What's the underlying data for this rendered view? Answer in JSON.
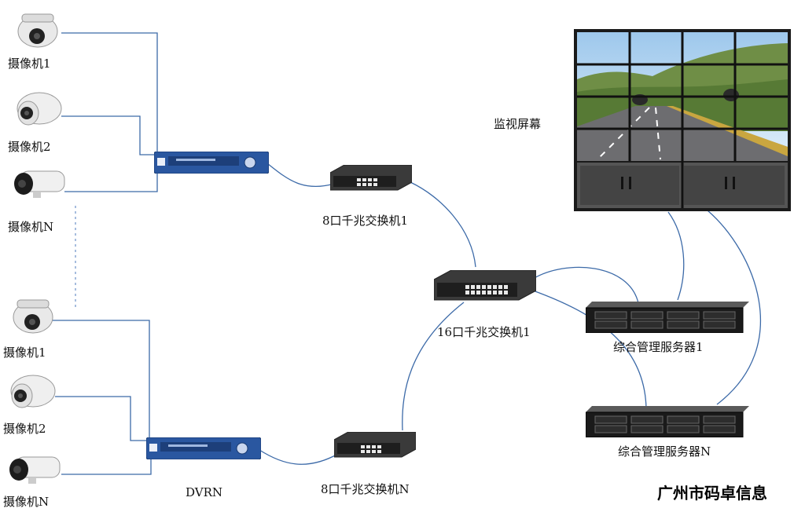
{
  "labels": {
    "cam1_top": "摄像机1",
    "cam2_top": "摄像机2",
    "camN_top": "摄像机N",
    "cam1_bot": "摄像机1",
    "cam2_bot": "摄像机2",
    "camN_bot": "摄像机N",
    "dvr_bottom": "DVRN",
    "switch8_1": "8口千兆交换机1",
    "switch8_n": "8口千兆交换机N",
    "switch16": "16口千兆交换机1",
    "monitor": "监视屏幕",
    "server1": "综合管理服务器1",
    "serverN": "综合管理服务器N",
    "watermark": "广州市码卓信息"
  },
  "colors": {
    "wire": "#3c6aa8",
    "dvr_body": "#2a57a0",
    "switch_body": "#333333",
    "server_body": "#1a1a1a"
  }
}
